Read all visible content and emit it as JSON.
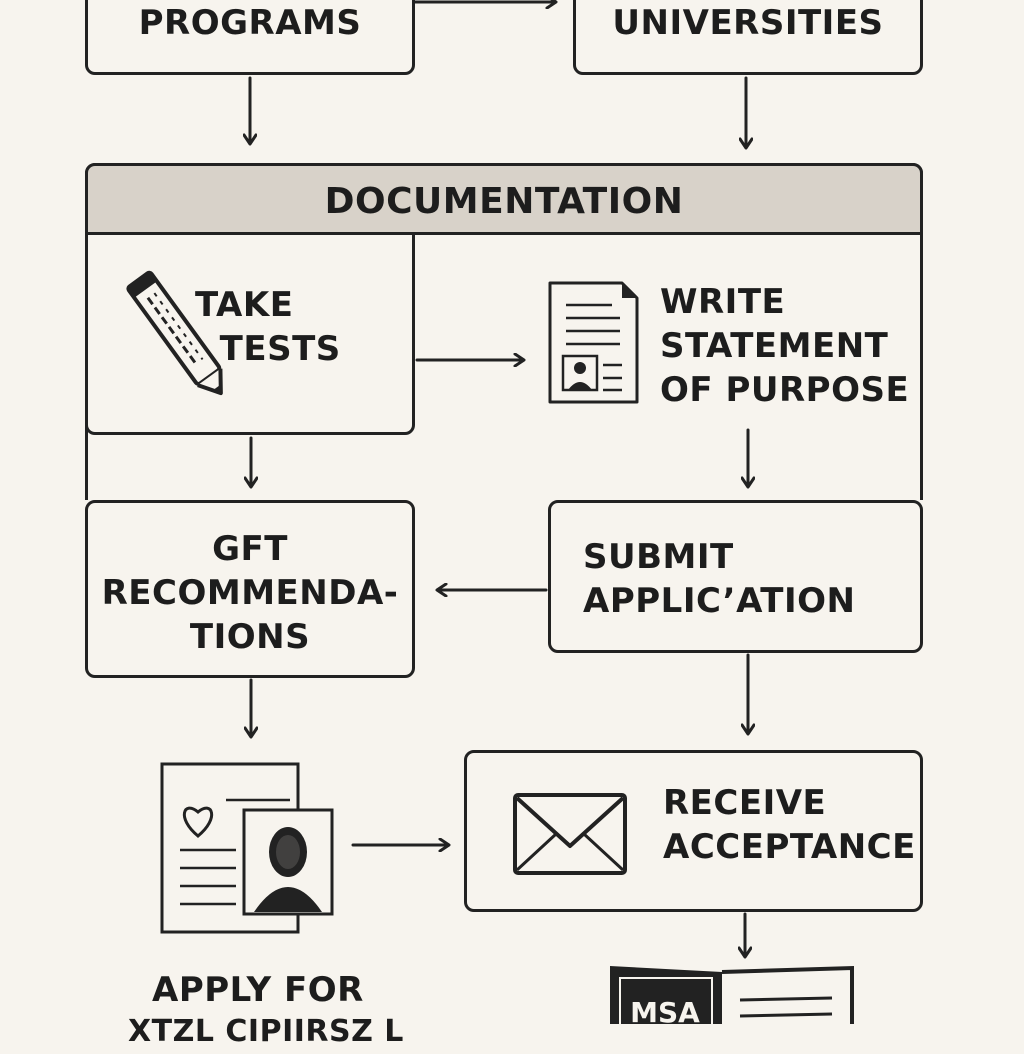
{
  "nodes": {
    "programs": "PROGRAMS",
    "universities": "UNIVERSITIES",
    "documentation": "DOCUMENTATION",
    "take_tests": "TAKE\n  TESTS",
    "write_sop": "WRITE\nSTATEMENT\nOF PURPOSE",
    "get_recommendations": "GFT\nRECOMMENDA-\nTIONS",
    "submit_application": "SUBMIT\nAPPLIC’ATION",
    "receive_acceptance": "RECEIVE\nACCEPTANCE",
    "apply_for": "APPLY FOR",
    "apply_for_cut": "XTZL CIPIIRSZ L",
    "msa_badge": "MSA"
  },
  "icons": {
    "pencil": "pencil-icon",
    "document": "document-with-photo-icon",
    "id_card": "id-card-icon",
    "envelope": "envelope-icon",
    "book": "open-book-icon"
  },
  "colors": {
    "background": "#f7f4ee",
    "header_fill": "#d8d2c9",
    "ink": "#222222"
  }
}
